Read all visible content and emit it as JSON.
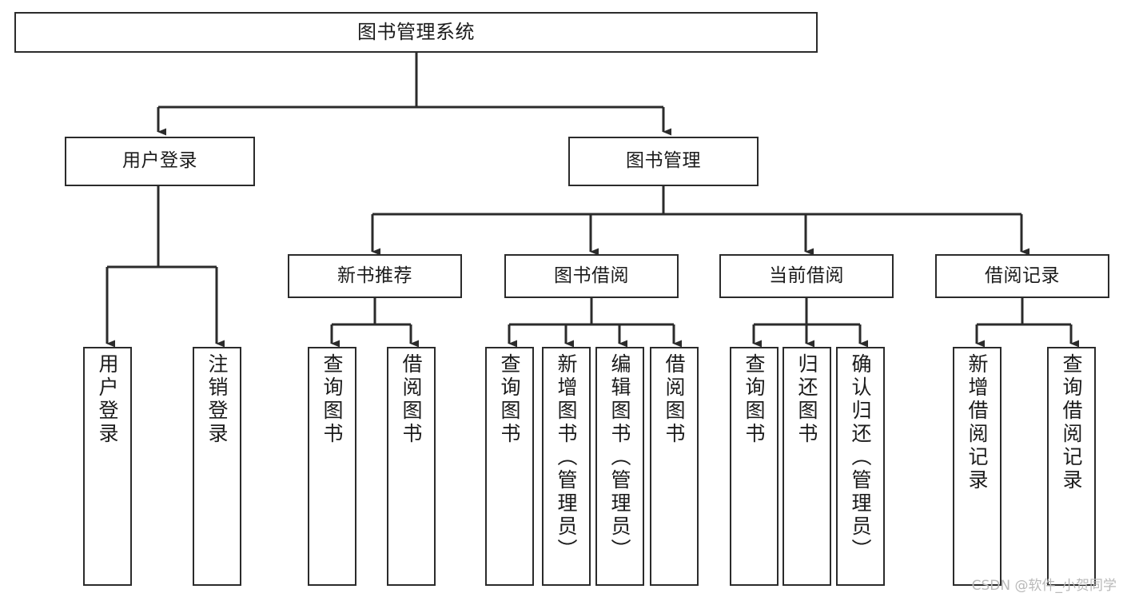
{
  "diagram": {
    "type": "tree",
    "title": "图书管理系统",
    "orientation": "top-down",
    "colors": {
      "background": "#ffffff",
      "node_border": "#2b2b2b",
      "node_fill": "#ffffff",
      "edge": "#2b2b2b",
      "text": "#1b1b1b",
      "watermark": "#b9b9b9"
    }
  },
  "nodes": {
    "root": {
      "label": "图书管理系统"
    },
    "level2": [
      {
        "label": "用户登录"
      },
      {
        "label": "图书管理"
      }
    ],
    "level3": [
      {
        "label": "新书推荐"
      },
      {
        "label": "图书借阅"
      },
      {
        "label": "当前借阅"
      },
      {
        "label": "借阅记录"
      }
    ],
    "leaves": {
      "user_login": [
        {
          "label": "用户登录"
        },
        {
          "label": "注销登录"
        }
      ],
      "new_book_recommend": [
        {
          "label": "查询图书"
        },
        {
          "label": "借阅图书"
        }
      ],
      "book_borrow": [
        {
          "label": "查询图书"
        },
        {
          "label": "新增图书（管理员）"
        },
        {
          "label": "编辑图书（管理员）"
        },
        {
          "label": "借阅图书"
        }
      ],
      "current_borrow": [
        {
          "label": "查询图书"
        },
        {
          "label": "归还图书"
        },
        {
          "label": "确认归还（管理员）"
        }
      ],
      "borrow_record": [
        {
          "label": "新增借阅记录"
        },
        {
          "label": "查询借阅记录"
        }
      ]
    }
  },
  "watermark": {
    "text": "CSDN @软件_小贺同学"
  }
}
